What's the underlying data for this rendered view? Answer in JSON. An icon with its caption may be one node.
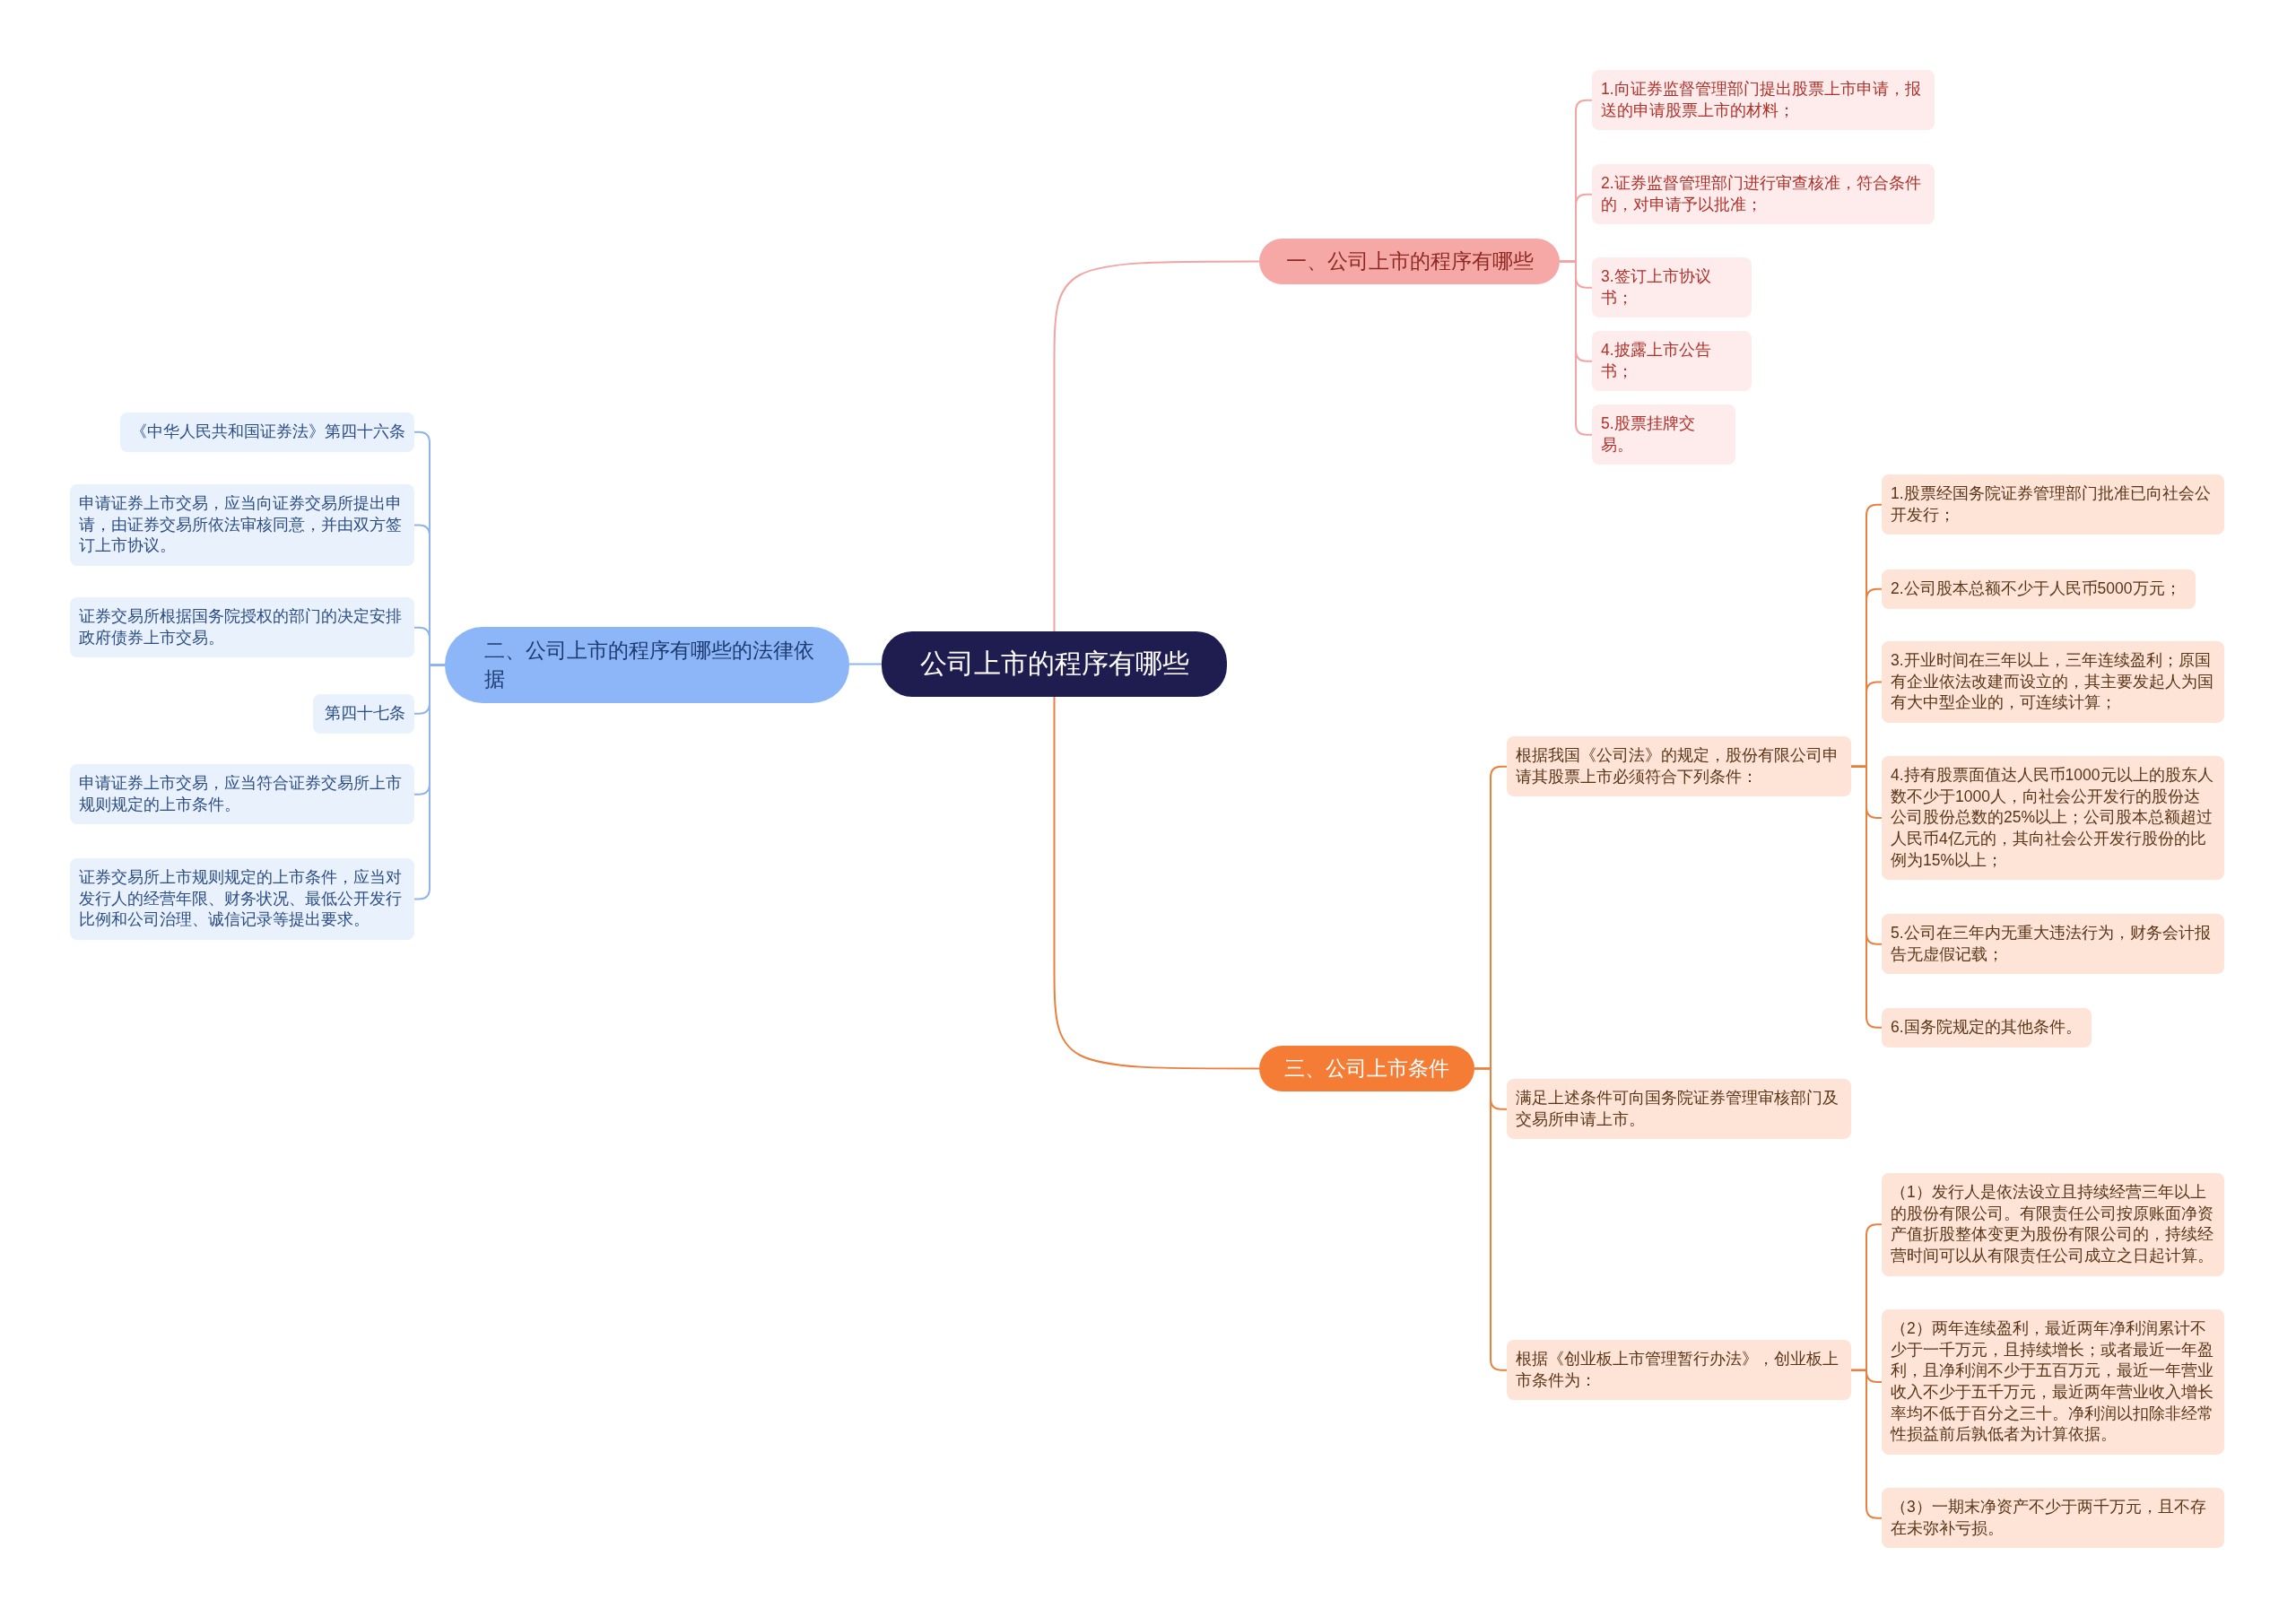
{
  "diagram": {
    "nodes": [
      {
        "text": [
          "公司上市的程序有哪些"
        ]
      },
      {
        "text": [
          "一、公司上市的程序有哪些"
        ]
      },
      {
        "text": [
          "1.向证券监督管理部门提出股票上市申请，报送的申请股票上市的材料；"
        ]
      },
      {
        "text": [
          "2.证券监督管理部门进行审查核准，符合条件的，对申请予以批准；"
        ]
      },
      {
        "text": [
          "3.签订上市协议书；"
        ]
      },
      {
        "text": [
          "4.披露上市公告书；"
        ]
      },
      {
        "text": [
          "5.股票挂牌交易。"
        ]
      },
      {
        "text": [
          "二、公司上市的程序有哪些的法律依据"
        ]
      },
      {
        "text": [
          "《中华人民共和国证券法》第四十六条"
        ]
      },
      {
        "text": [
          "申请证券上市交易，应当向证券交易所提出申请，由证券交易所依法审核同意，并由双方签订上市协议。"
        ]
      },
      {
        "text": [
          "证券交易所根据国务院授权的部门的决定安排政府债券上市交易。"
        ]
      },
      {
        "text": [
          "第四十七条"
        ]
      },
      {
        "text": [
          "申请证券上市交易，应当符合证券交易所上市规则规定的上市条件。"
        ]
      },
      {
        "text": [
          "证券交易所上市规则规定的上市条件，应当对发行人的经营年限、财务状况、最低公开发行比例和公司治理、诚信记录等提出要求。"
        ]
      },
      {
        "text": [
          "三、公司上市条件"
        ]
      },
      {
        "text": [
          "根据我国《公司法》的规定，股份有限公司申请其股票上市必须符合下列条件："
        ]
      },
      {
        "text": [
          "1.股票经国务院证券管理部门批准已向社会公开发行；"
        ]
      },
      {
        "text": [
          "2.公司股本总额不少于人民币5000万元；"
        ]
      },
      {
        "text": [
          "3.开业时间在三年以上，三年连续盈利；原国有企业依法改建而设立的，其主要发起人为国有大中型企业的，可连续计算；"
        ]
      },
      {
        "text": [
          "4.持有股票面值达人民币1000元以上的股东人数不少于1000人，向社会公开发行的股份达公司股份总数的25%以上；公司股本总额超过人民币4亿元的，其向社会公开发行股份的比例为15%以上；"
        ]
      },
      {
        "text": [
          "5.公司在三年内无重大违法行为，财务会计报告无虚假记载；"
        ]
      },
      {
        "text": [
          "6.国务院规定的其他条件。"
        ]
      },
      {
        "text": [
          "满足上述条件可向国务院证券管理审核部门及交易所申请上市。"
        ]
      },
      {
        "text": [
          "根据《创业板上市管理暂行办法》，创业板上市条件为："
        ]
      },
      {
        "text": [
          "（1）发行人是依法设立且持续经营三年以上的股份有限公司。有限责任公司按原账面净资产值折股整体变更为股份有限公司的，持续经营时间可以从有限责任公司成立之日起计算。"
        ]
      },
      {
        "text": [
          "（2）两年连续盈利，最近两年净利润累计不少于一千万元，且持续增长；或者最近一年盈利，且净利润不少于五百万元，最近一年营业收入不少于五千万元，最近两年营业收入增长率均不低于百分之三十。净利润以扣除非经常性损益前后孰低者为计算依据。"
        ]
      },
      {
        "text": [
          "（3）一期末净资产不少于两千万元，且不存在未弥补亏损。"
        ]
      }
    ],
    "edges": [
      {
        "from": 0,
        "to": 1,
        "arrow": "none",
        "color": "#f2a3a3"
      },
      {
        "from": 1,
        "to": 2,
        "arrow": "none",
        "color": "#f2a3a3"
      },
      {
        "from": 1,
        "to": 3,
        "arrow": "none",
        "color": "#f2a3a3"
      },
      {
        "from": 1,
        "to": 4,
        "arrow": "none",
        "color": "#f2a3a3"
      },
      {
        "from": 1,
        "to": 5,
        "arrow": "none",
        "color": "#f2a3a3"
      },
      {
        "from": 1,
        "to": 6,
        "arrow": "none",
        "color": "#f2a3a3"
      },
      {
        "from": 0,
        "to": 7,
        "arrow": "none",
        "color": "#8db4ec"
      },
      {
        "from": 7,
        "to": 8,
        "arrow": "none",
        "color": "#8db4ec"
      },
      {
        "from": 7,
        "to": 9,
        "arrow": "none",
        "color": "#8db4ec"
      },
      {
        "from": 7,
        "to": 10,
        "arrow": "none",
        "color": "#8db4ec"
      },
      {
        "from": 7,
        "to": 11,
        "arrow": "none",
        "color": "#8db4ec"
      },
      {
        "from": 7,
        "to": 12,
        "arrow": "none",
        "color": "#8db4ec"
      },
      {
        "from": 7,
        "to": 13,
        "arrow": "none",
        "color": "#8db4ec"
      },
      {
        "from": 0,
        "to": 14,
        "arrow": "none"
      },
      {
        "from": 14,
        "to": 15,
        "arrow": "none"
      },
      {
        "from": 15,
        "to": 16,
        "arrow": "none"
      },
      {
        "from": 15,
        "to": 17,
        "arrow": "none"
      },
      {
        "from": 15,
        "to": 18,
        "arrow": "none"
      },
      {
        "from": 15,
        "to": 19,
        "arrow": "none"
      },
      {
        "from": 15,
        "to": 20,
        "arrow": "none"
      },
      {
        "from": 15,
        "to": 21,
        "arrow": "none"
      },
      {
        "from": 14,
        "to": 22,
        "arrow": "none"
      },
      {
        "from": 14,
        "to": 23,
        "arrow": "none"
      },
      {
        "from": 23,
        "to": 24,
        "arrow": "none"
      },
      {
        "from": 23,
        "to": 25,
        "arrow": "none"
      },
      {
        "from": 23,
        "to": 26,
        "arrow": "none"
      }
    ]
  }
}
